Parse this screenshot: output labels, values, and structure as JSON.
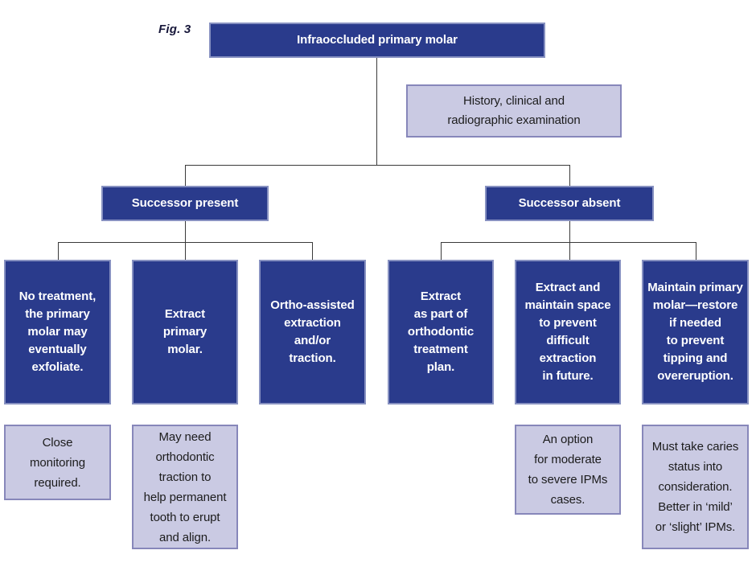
{
  "figure": {
    "label": "Fig. 3"
  },
  "palette": {
    "dark_fill": "#2a3b8c",
    "dark_border": "#8791c1",
    "dark_text": "#ffffff",
    "light_fill": "#cacae3",
    "light_border": "#8787ba",
    "light_text": "#1c1c1c",
    "line_color": "#3a3a3a",
    "fig_text": "#17173a"
  },
  "nodes": {
    "root": "Infraoccluded primary molar",
    "exam_note": "History, clinical and\nradiographic examination",
    "successor_present": "Successor present",
    "successor_absent": "Successor absent",
    "options": [
      "No treatment,\nthe primary\nmolar may\neventually\nexfoliate.",
      "Extract\nprimary\nmolar.",
      "Ortho-assisted\nextraction\nand/or\ntraction.",
      "Extract\nas part of\northodontic\ntreatment\nplan.",
      "Extract and\nmaintain space\nto prevent\ndifficult\nextraction\nin future.",
      "Maintain primary\nmolar—restore\nif needed\nto prevent\ntipping and\novereruption."
    ],
    "annotations": [
      "Close\nmonitoring\nrequired.",
      "May need\northodontic\ntraction to\nhelp permanent\ntooth to erupt\nand align.",
      "An option\nfor moderate\nto severe IPMs\ncases.",
      "Must take caries\nstatus into\nconsideration.\nBetter in ‘mild’\nor ‘slight’ IPMs."
    ]
  }
}
